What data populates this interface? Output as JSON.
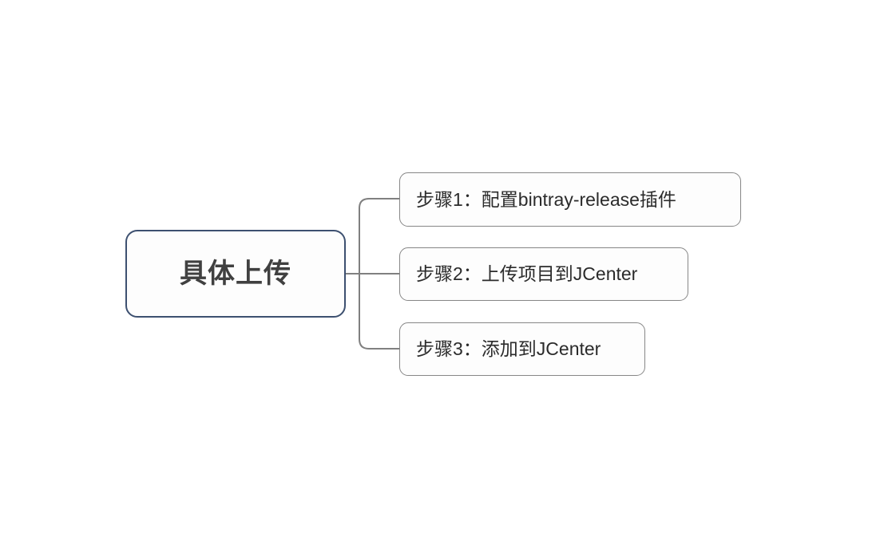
{
  "diagram": {
    "type": "mindmap",
    "background_color": "#ffffff",
    "root": {
      "label": "具体上传",
      "border_color": "#3d5070",
      "text_color": "#404040",
      "fill_color": "#fdfdfd"
    },
    "connector": {
      "color": "#808080",
      "width": 2
    },
    "children": [
      {
        "label": "步骤1：配置bintray-release插件",
        "border_color": "#878787",
        "text_color": "#2b2b2b",
        "fill_color": "#fdfdfd"
      },
      {
        "label": "步骤2：上传项目到JCenter",
        "border_color": "#878787",
        "text_color": "#2b2b2b",
        "fill_color": "#fdfdfd"
      },
      {
        "label": "步骤3：添加到JCenter",
        "border_color": "#878787",
        "text_color": "#2b2b2b",
        "fill_color": "#fdfdfd"
      }
    ]
  }
}
